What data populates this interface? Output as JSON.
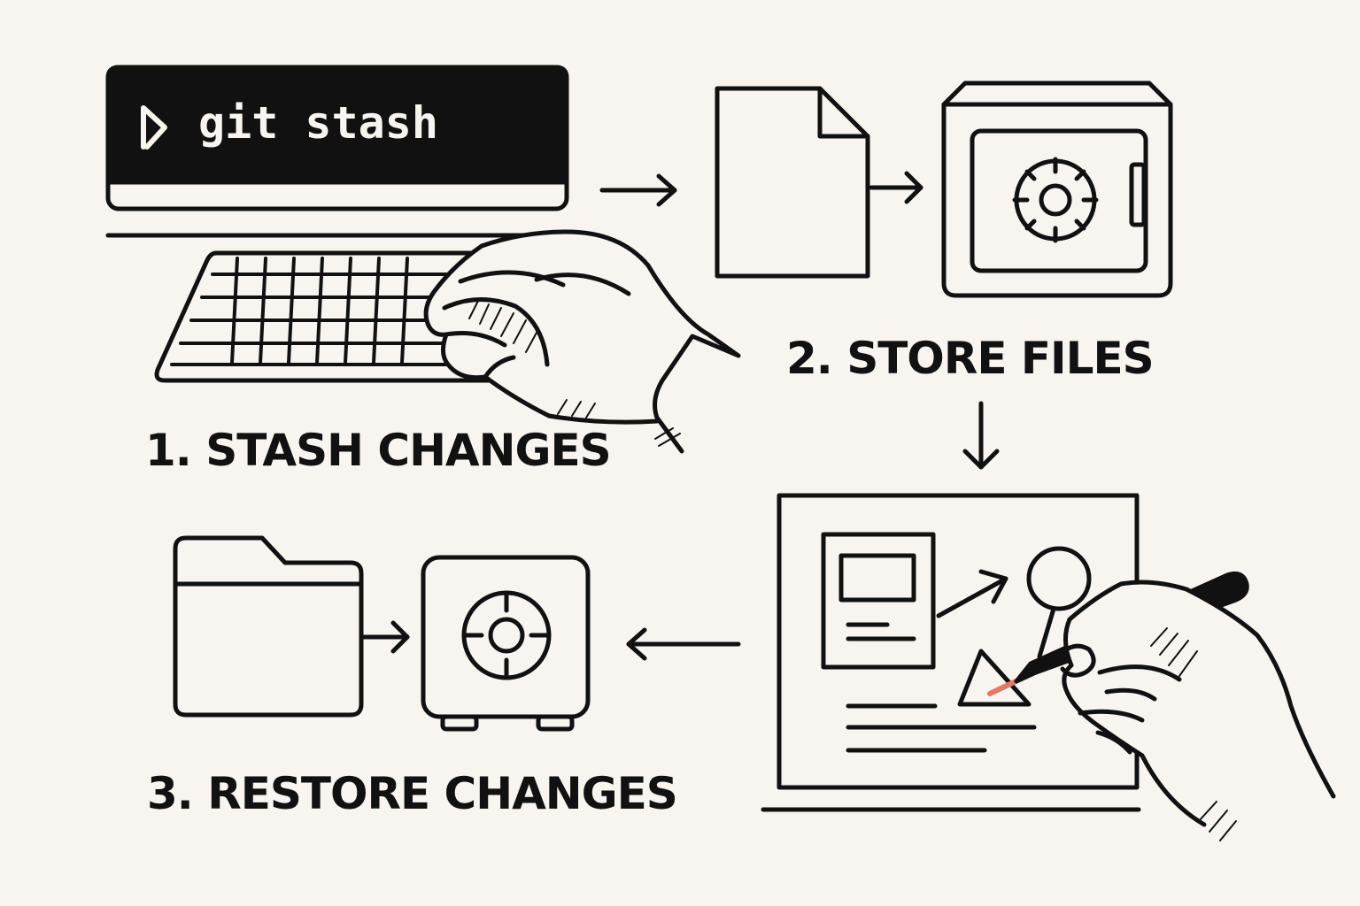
{
  "terminal": {
    "prompt_symbol": "chevron-prompt-icon",
    "command": "git stash"
  },
  "steps": [
    {
      "label": "1. STASH CHANGES"
    },
    {
      "label": "2. STORE FILES"
    },
    {
      "label": "3. RESTORE CHANGES"
    }
  ],
  "colors": {
    "ink": "#111111",
    "background": "#f8f5f0",
    "accent": "#e07a6a"
  }
}
